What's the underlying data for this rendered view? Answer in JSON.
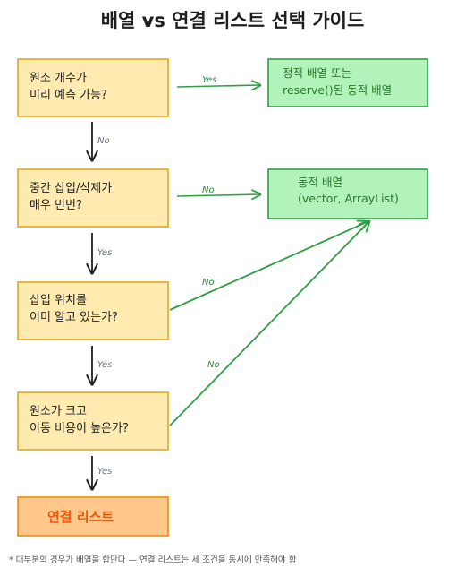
{
  "title": "배열 vs 연결 리스트 선택 가이드",
  "questions": [
    {
      "line1": "원소 개수가",
      "line2": "미리 예측 가능?"
    },
    {
      "line1": "중간 삽입/삭제가",
      "line2": "매우 빈번?"
    },
    {
      "line1": "삽입 위치를",
      "line2": "이미 알고 있는가?"
    },
    {
      "line1": "원소가 크고",
      "line2": "이동 비용이 높은가?"
    }
  ],
  "results": {
    "static_array": {
      "line1": "정적 배열 또는",
      "line2": "reserve()된 동적 배열"
    },
    "dynamic_array": {
      "line1": "동적 배열",
      "line2": "(vector, ArrayList)"
    },
    "linked_list": {
      "label": "연결 리스트"
    }
  },
  "edge_labels": {
    "q1_yes": "Yes",
    "q1_no": "No",
    "q2_no": "No",
    "q2_yes": "Yes",
    "q3_no": "No",
    "q3_yes": "Yes",
    "q4_no": "No",
    "q4_yes": "Yes"
  },
  "footnote": "* 대부분의 경우가 배열을 합단다 — 연결 리스트는 세 조건을 동시에 만족해야 함",
  "colors": {
    "question_fill": "#ffeab0",
    "question_stroke": "#e0a81e",
    "green_fill": "#b2f2bb",
    "green_stroke": "#2f9e44",
    "end_fill": "#ffc88a",
    "end_stroke": "#f08c00",
    "arrow_dark": "#1e1e1e",
    "arrow_green": "#2f9e44"
  }
}
